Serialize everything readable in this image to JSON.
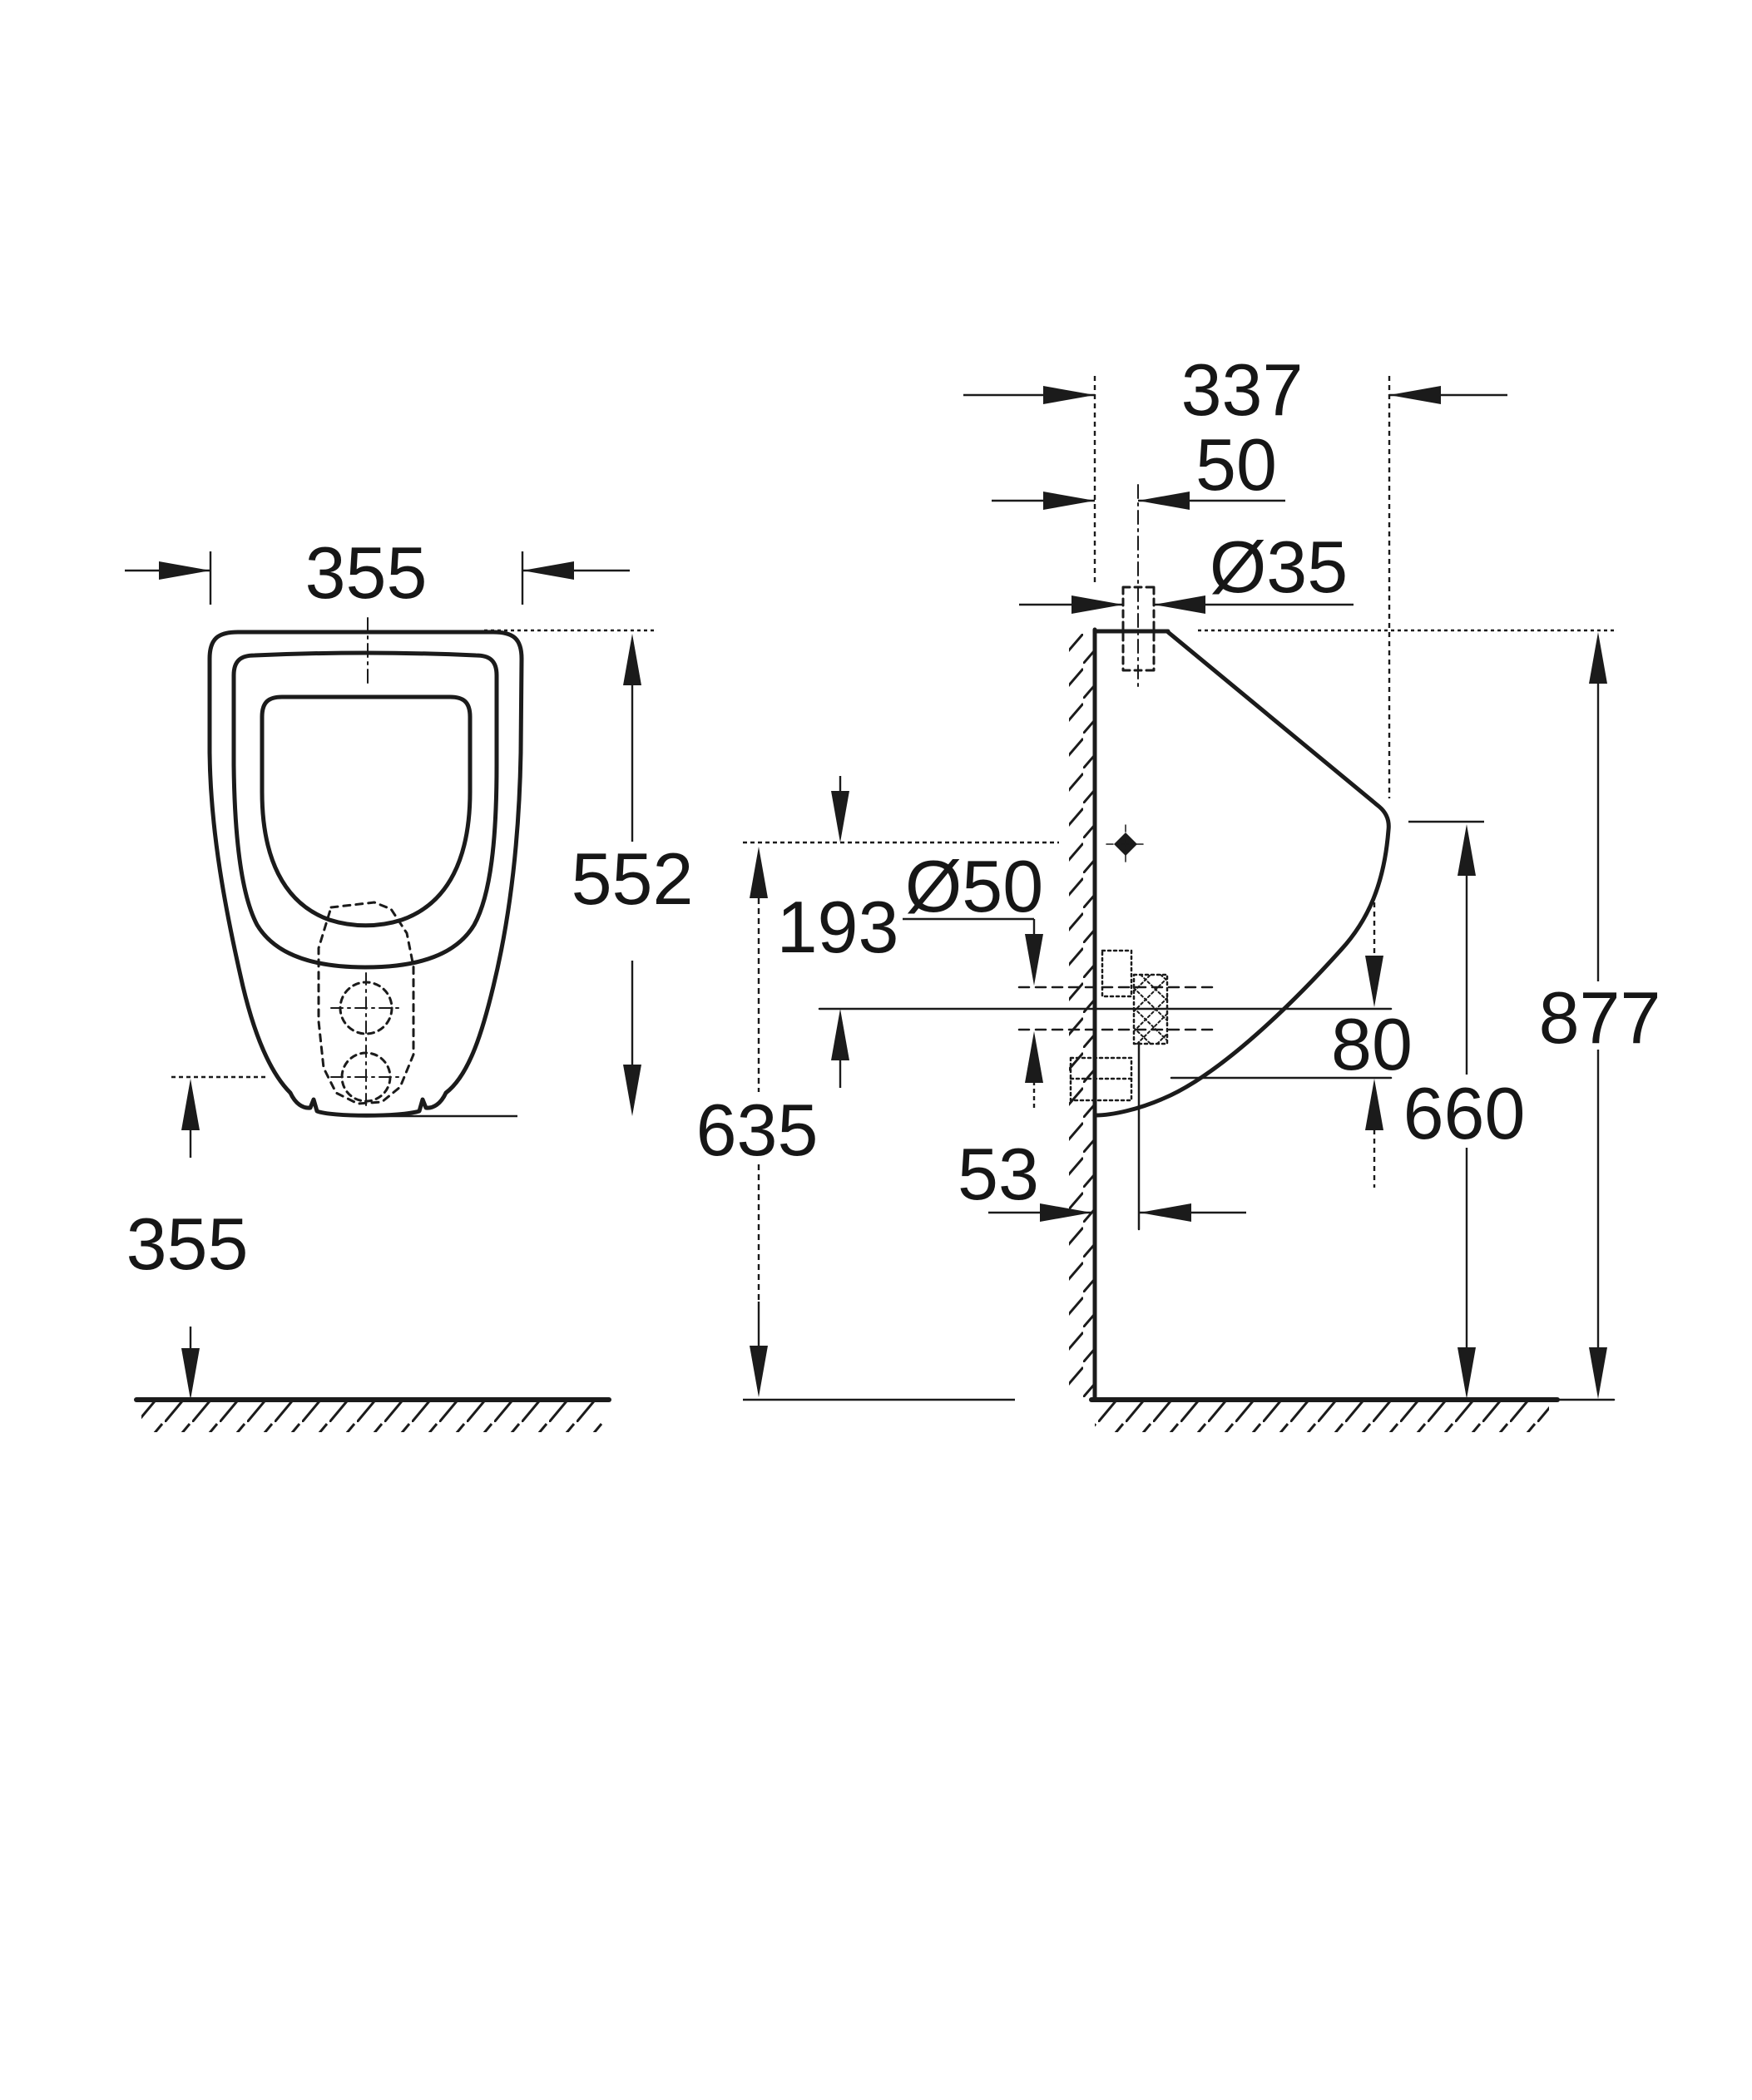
{
  "drawing": {
    "type": "technical-dimension-drawing",
    "subject": "wall-mounted urinal, front and side elevation",
    "units": "mm",
    "colors": {
      "line": "#1b1b1b",
      "background": "#ffffff"
    },
    "front_view": {
      "width_top": "355",
      "body_height": "552",
      "mounting_height": "355"
    },
    "side_view": {
      "depth": "337",
      "inlet_wall_offset": "50",
      "inlet_diameter": "Ø35",
      "outlet_diameter": "Ø50",
      "rim_to_outlet": "193",
      "outlet_center_height": "635",
      "outlet_drop": "80",
      "front_rim_height": "660",
      "overall_height": "877",
      "outlet_wall_distance": "53"
    }
  }
}
